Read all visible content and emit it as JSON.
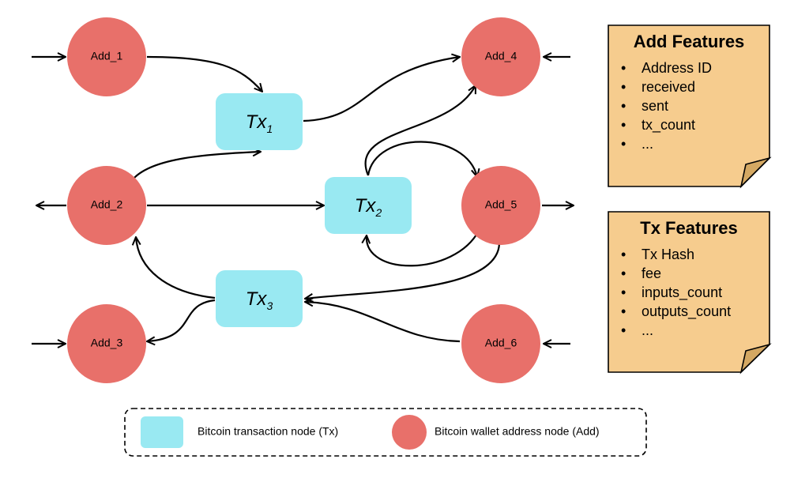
{
  "address_nodes": [
    "Add_1",
    "Add_2",
    "Add_3",
    "Add_4",
    "Add_5",
    "Add_6"
  ],
  "tx_nodes": [
    {
      "base": "Tx",
      "sub": "1"
    },
    {
      "base": "Tx",
      "sub": "2"
    },
    {
      "base": "Tx",
      "sub": "3"
    }
  ],
  "add_features": {
    "title": "Add Features",
    "items": [
      "Address ID",
      "received",
      "sent",
      "tx_count",
      "..."
    ]
  },
  "tx_features": {
    "title": "Tx Features",
    "items": [
      "Tx Hash",
      "fee",
      "inputs_count",
      "outputs_count",
      "..."
    ]
  },
  "legend": {
    "tx_label": "Bitcoin transaction node (Tx)",
    "add_label": "Bitcoin wallet address node (Add)"
  },
  "colors": {
    "address_node": "#e8706a",
    "tx_node": "#99e9f2",
    "note": "#f6cc8e"
  }
}
